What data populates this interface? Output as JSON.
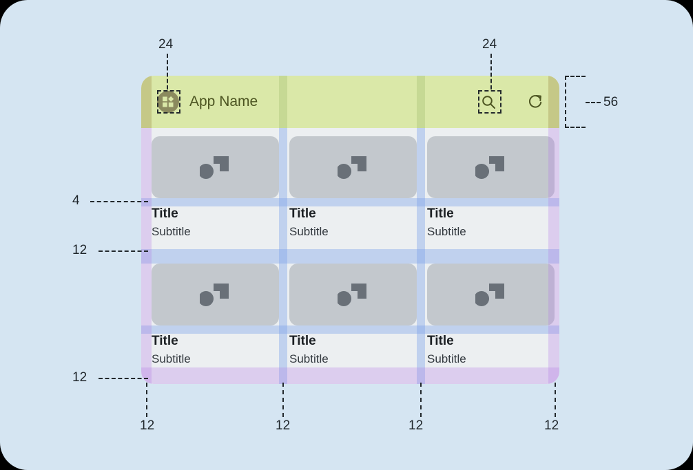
{
  "canvas": {
    "background_color": "#d5e5f2",
    "corner_radius": "40"
  },
  "appbar": {
    "title": "App Name",
    "height_dp": "56",
    "background_color": "#dae8a8",
    "text_color": "#4c5421",
    "logo": {
      "icon": "widgets-icon",
      "touch_target_dp": "24"
    },
    "actions": [
      {
        "icon": "search-icon",
        "touch_target_dp": "24"
      },
      {
        "icon": "refresh-icon"
      }
    ]
  },
  "grid": {
    "background_color": "#eceff1",
    "card_media_color": "#c3c8cd",
    "placeholder_icon": "image-placeholder-icon",
    "cards": [
      {
        "title": "Title",
        "subtitle": "Subtitle"
      },
      {
        "title": "Title",
        "subtitle": "Subtitle"
      },
      {
        "title": "Title",
        "subtitle": "Subtitle"
      },
      {
        "title": "Title",
        "subtitle": "Subtitle"
      },
      {
        "title": "Title",
        "subtitle": "Subtitle"
      },
      {
        "title": "Title",
        "subtitle": "Subtitle"
      }
    ]
  },
  "annotations": {
    "logo_touch_target": "24",
    "search_touch_target": "24",
    "appbar_height": "56",
    "media_to_title_gap": "4",
    "row_gap": "12",
    "bottom_padding": "12",
    "gutter_left": "12",
    "gutter_mid_1": "12",
    "gutter_mid_2": "12",
    "gutter_right": "12"
  },
  "spacing_overlay": {
    "gap_band_color": "#78a0eb",
    "padding_band_color": "#b278e6",
    "appbar_padding_color": "#967d3c"
  }
}
